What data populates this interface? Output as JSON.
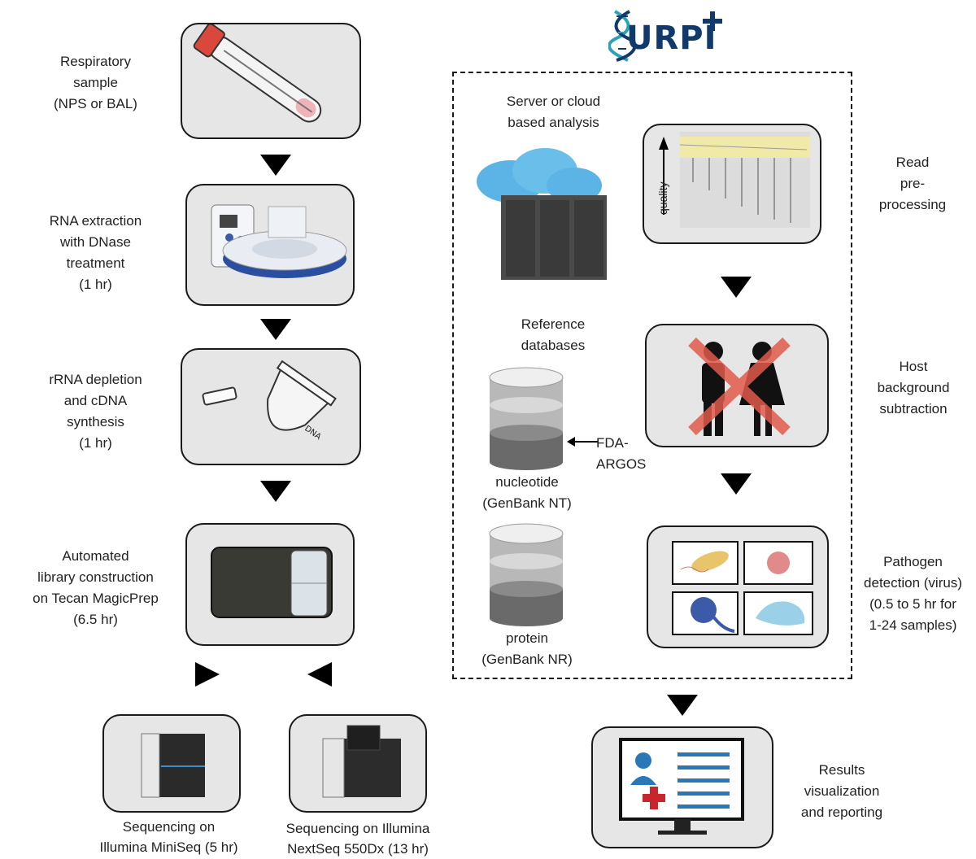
{
  "logo": {
    "name": "SURPI+",
    "text": "URPI",
    "plus": "+"
  },
  "left_flow": {
    "step1": "Respiratory\nsample\n(NPS or BAL)",
    "step2": "RNA extraction\nwith DNase\ntreatment\n(1 hr)",
    "step3": "rRNA depletion\nand cDNA\nsynthesis\n(1 hr)",
    "step4": "Automated\nlibrary construction\non Tecan MagicPrep\n(6.5 hr)",
    "seq_miniseq": "Sequencing on\nIllumina MiniSeq (5 hr)",
    "seq_nextseq": "Sequencing on Illumina\nNextSeq 550Dx (13 hr)"
  },
  "surpi_box": {
    "server_label": "Server or cloud\nbased analysis",
    "ref_db_label": "Reference\ndatabases",
    "nt_label": "nucleotide\n(GenBank NT)",
    "fda_label": "FDA-\nARGOS",
    "nr_label": "protein\n(GenBank NR)",
    "quality_axis": "quality"
  },
  "right_flow": {
    "read_pre": "Read\npre-\nprocessing",
    "host": "Host\nbackground\nsubtraction",
    "pathogen": "Pathogen\ndetection (virus)\n(0.5 to 5 hr for\n1-24 samples)",
    "results": "Results\nvisualization\nand reporting"
  },
  "colors": {
    "box_fill": "#e6e6e6",
    "outline": "#1a1a1a",
    "cloud": "#5bb4e5",
    "cross": "#e05a4a",
    "logo_blue": "#0f3a6b",
    "logo_teal": "#2aa3b8",
    "report_blue": "#2b78b8",
    "report_red": "#c8262c"
  },
  "icons": [
    "sample-tube-icon",
    "extractor-icon",
    "microtube-icon",
    "magicprep-icon",
    "miniseq-icon",
    "nextseq-icon",
    "cloud-server-icon",
    "quality-plot-icon",
    "database-icon",
    "host-cross-icon",
    "pathogen-panel-icon",
    "report-monitor-icon"
  ]
}
